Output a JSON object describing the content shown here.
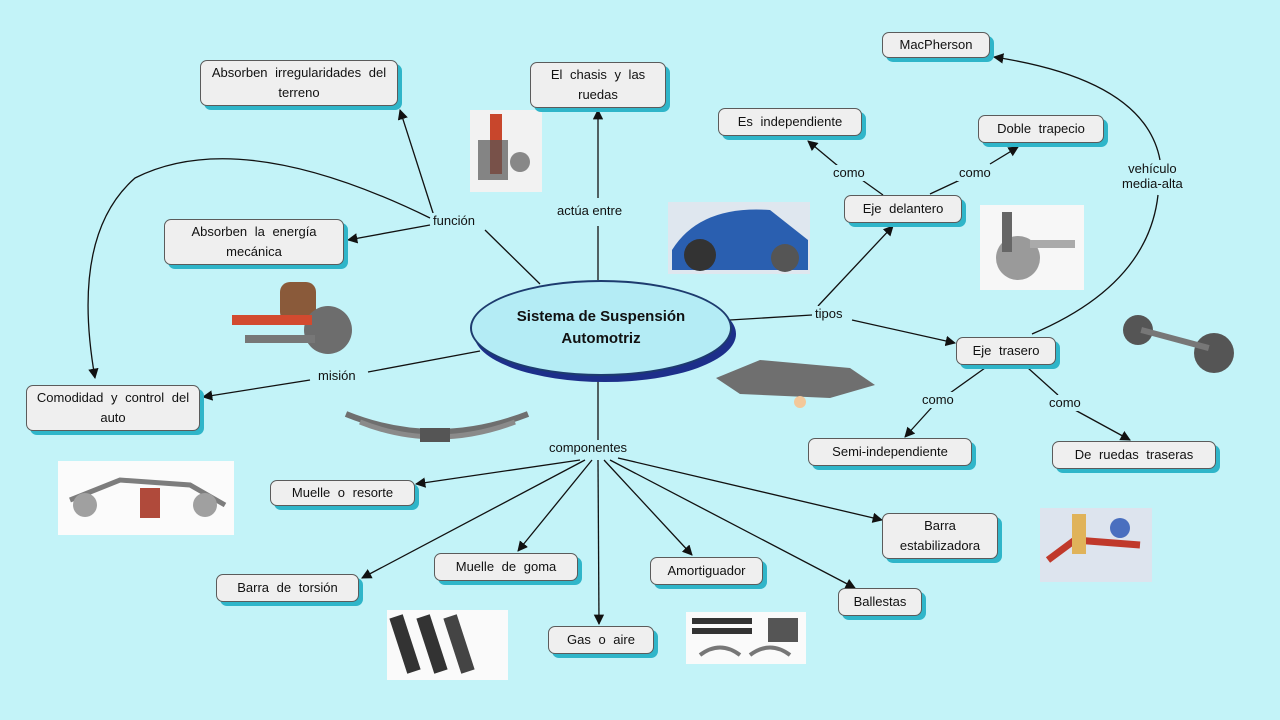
{
  "center": {
    "line1": "Sistema de Suspensión",
    "line2": "Automotriz"
  },
  "nodes": {
    "absorben_irregularidades": "Absorben irregularidades del terreno",
    "chasis_ruedas": "El chasis y las ruedas",
    "absorben_energia": "Absorben la energía mecánica",
    "comodidad_control": "Comodidad y control del auto",
    "es_independiente": "Es independiente",
    "doble_trapecio": "Doble trapecio",
    "macpherson": "MacPherson",
    "eje_delantero": "Eje delantero",
    "eje_trasero": "Eje trasero",
    "semi_independiente": "Semi-independiente",
    "ruedas_traseras": "De ruedas traseras",
    "muelle_resorte": "Muelle o resorte",
    "barra_torsion": "Barra de torsión",
    "muelle_goma": "Muelle de goma",
    "gas_aire": "Gas o aire",
    "amortiguador": "Amortiguador",
    "ballestas": "Ballestas",
    "barra_estabilizadora": "Barra estabilizadora"
  },
  "edge_labels": {
    "funcion": "función",
    "actua_entre": "actúa entre",
    "mision": "misión",
    "tipos": "tipos",
    "componentes": "componentes",
    "como_1": "como",
    "como_2": "como",
    "como_3": "como",
    "como_4": "como",
    "vehiculo_line1": "vehículo",
    "vehiculo_line2": "media-alta"
  },
  "images": [
    "shock-absorber-strut-photo",
    "car-suspension-photo",
    "front-suspension-photo",
    "coil-spring-suspension-photo",
    "rear-axle-photo",
    "subframe-photo",
    "leaf-spring-photo",
    "suspension-diagram-photo",
    "stabilizer-bar-photo",
    "shock-absorbers-photo",
    "springs-kit-photo"
  ],
  "colors": {
    "background": "#c3f3f8",
    "node_fill": "#efefef",
    "node_shadow": "#2fb5c9",
    "center_fill": "#b4ecf5",
    "center_shadow": "#1d2f8a"
  }
}
